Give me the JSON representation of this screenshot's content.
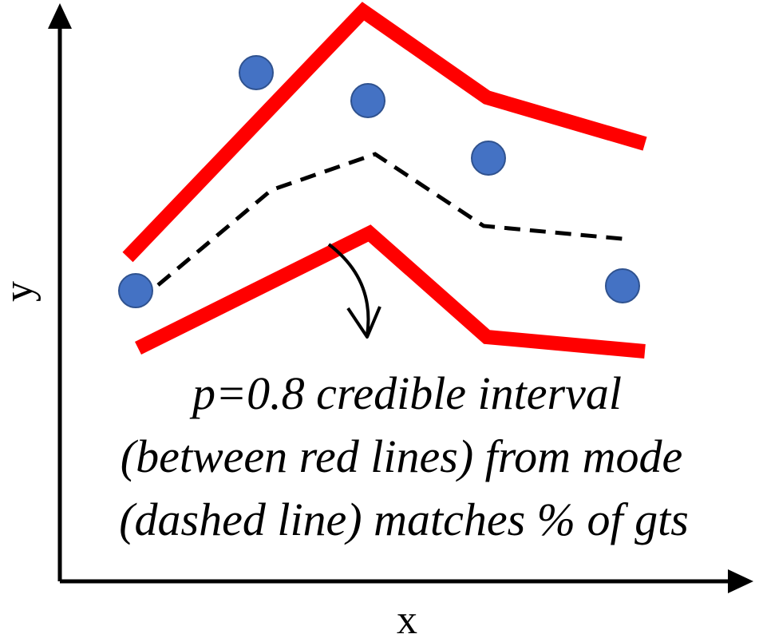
{
  "axes": {
    "x_label": "x",
    "y_label": "y"
  },
  "caption": {
    "line1": "p=0.8 credible interval",
    "line2": "(between red lines) from mode",
    "line3": "(dashed line) matches % of gts"
  },
  "colors": {
    "interval_line": "#ff0000",
    "mode_line": "#000000",
    "ground_truth_point": "#4472c4",
    "ground_truth_outline": "#2f528f",
    "axis": "#000000"
  }
}
